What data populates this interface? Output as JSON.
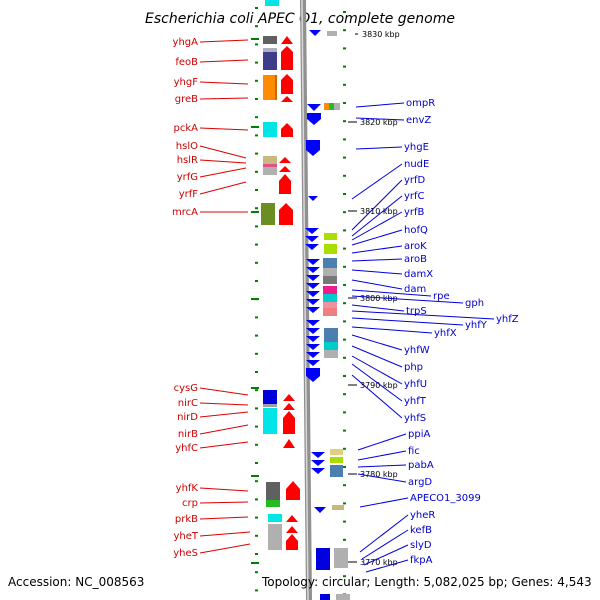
{
  "title": "Escherichia coli APEC O1, complete genome",
  "footer": {
    "accession": "Accession: NC_008563",
    "topology": "Topology: circular; Length: 5,082,025 bp; Genes: 4,543"
  },
  "kbp_marks": [
    "3830 kbp",
    "3820 kbp",
    "3810 kbp",
    "3800 kbp",
    "3790 kbp",
    "3780 kbp",
    "3770 kbp"
  ],
  "left_genes": [
    "yhgA",
    "feoB",
    "yhgF",
    "greB",
    "pckA",
    "hslO",
    "hslR",
    "yrfG",
    "yrfF",
    "mrcA",
    "cysG",
    "nirC",
    "nirD",
    "nirB",
    "yhfC",
    "yhfK",
    "crp",
    "prkB",
    "yheT",
    "yheS"
  ],
  "right_genes": [
    "ompR",
    "envZ",
    "yhgE",
    "nudE",
    "yrfD",
    "yrfC",
    "yrfB",
    "hofQ",
    "aroK",
    "aroB",
    "damX",
    "dam",
    "rpe",
    "gph",
    "trpS",
    "yhfZ",
    "yhfY",
    "yhfX",
    "yhfW",
    "php",
    "yhfU",
    "yhfT",
    "yhfS",
    "ppiA",
    "fic",
    "pabA",
    "argD",
    "APECO1_3099",
    "yheR",
    "kefB",
    "slyD",
    "fkpA"
  ],
  "colors": {
    "forward_strand": "#ff0000",
    "reverse_strand": "#0000ff",
    "left_label": "#cc0000",
    "right_label": "#0000cc",
    "backbone": "#909090",
    "tick": "#008000"
  }
}
